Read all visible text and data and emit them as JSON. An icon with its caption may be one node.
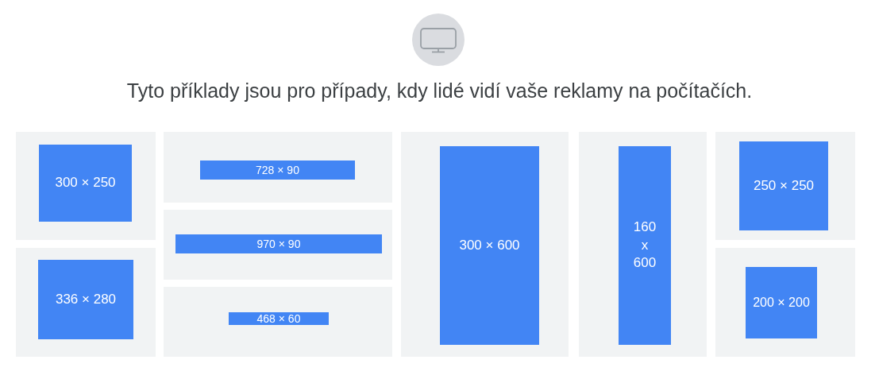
{
  "diagram": {
    "title": "Tyto příklady jsou pro případy, kdy lidé vidí vaše reklamy na počítačích.",
    "nodes": [
      {
        "text": [],
        "shape": "box"
      },
      {
        "text": [
          "300 × 250"
        ],
        "in": 0
      },
      {
        "text": [],
        "shape": "box"
      },
      {
        "text": [
          "336 × 280"
        ],
        "in": 2
      },
      {
        "text": [],
        "shape": "box"
      },
      {
        "text": [
          "728 × 90"
        ],
        "in": 4
      },
      {
        "text": [],
        "shape": "box"
      },
      {
        "text": [
          "970 × 90"
        ],
        "in": 6
      },
      {
        "text": [],
        "shape": "box"
      },
      {
        "text": [
          "468 × 60"
        ],
        "in": 8
      },
      {
        "text": [],
        "shape": "box"
      },
      {
        "text": [
          "300 × 600"
        ],
        "in": 10
      },
      {
        "text": [],
        "shape": "box"
      },
      {
        "text": [
          "160 x 600"
        ],
        "in": 12
      },
      {
        "text": [],
        "shape": "box"
      },
      {
        "text": [
          "250 × 250"
        ],
        "in": 14
      },
      {
        "text": [],
        "shape": "box"
      },
      {
        "text": [
          "200 × 200"
        ],
        "in": 16
      }
    ]
  }
}
